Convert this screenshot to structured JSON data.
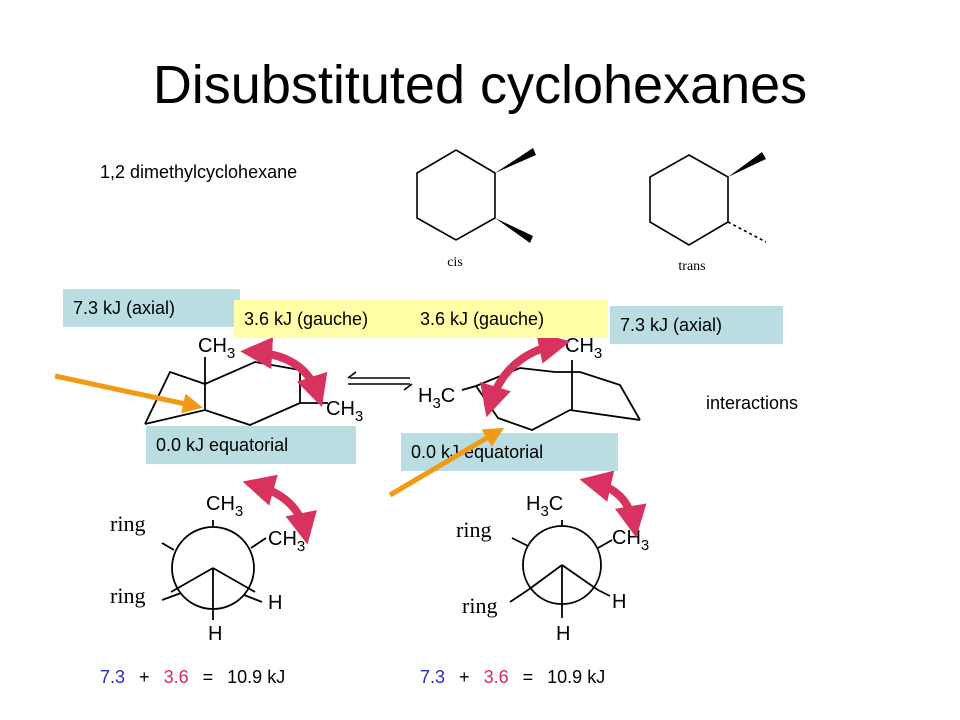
{
  "slide": {
    "title": "Disubstituted cyclohexanes",
    "compound": "1,2 dimethylcyclohexane",
    "interactions_label": "interactions"
  },
  "isomers": {
    "cis_label": "cis",
    "trans_label": "trans"
  },
  "energy_boxes": {
    "axial_left": "7.3 kJ (axial)",
    "gauche_left": "3.6 kJ (gauche)",
    "gauche_right": "3.6 kJ (gauche)",
    "axial_right": "7.3 kJ (axial)",
    "equatorial_left": "0.0 kJ equatorial",
    "equatorial_right": "0.0 kJ equatorial"
  },
  "chair_labels": {
    "ch3": "CH",
    "h3c": "H",
    "c": "C",
    "sub3": "3"
  },
  "newman_labels": {
    "ring": "ring",
    "h": "H",
    "ch": "CH",
    "sub3": "3"
  },
  "sums": {
    "left": {
      "a": "7.3",
      "plus": "+",
      "b": "3.6",
      "eq": "=",
      "total": "10.9 kJ"
    },
    "right": {
      "a": "7.3",
      "plus": "+",
      "b": "3.6",
      "eq": "=",
      "total": "10.9 kJ"
    }
  },
  "colors": {
    "axial_box": "#b9dde0",
    "gauche_box": "#ffffa8",
    "curved_arrow": "#d8335f",
    "pointer_arrow": "#f29a16",
    "axial_value": "#1f2fb8",
    "gauche_value": "#d8246b"
  }
}
